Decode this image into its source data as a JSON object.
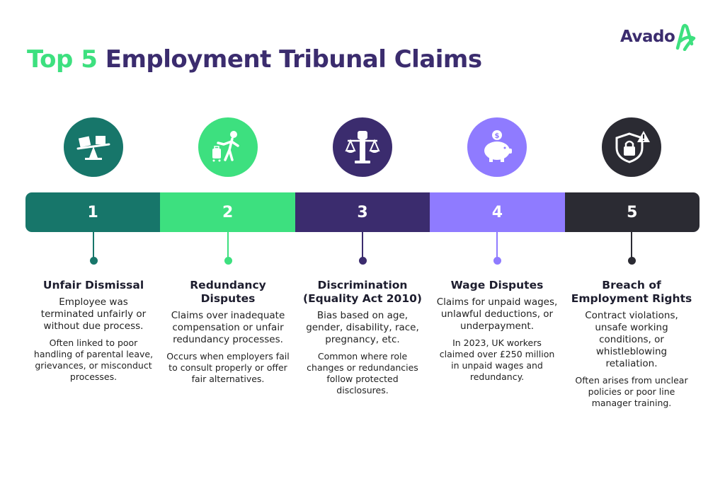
{
  "title": {
    "accent": "Top 5",
    "main": "Employment Tribunal Claims"
  },
  "logo": {
    "text": "Avado"
  },
  "colors": {
    "title_accent": "#3de07f",
    "title_main": "#3b2c6e",
    "step1": "#17766a",
    "step2": "#3de07f",
    "step3": "#3b2c6e",
    "step4": "#8f7bff",
    "step5": "#2b2b33"
  },
  "items": [
    {
      "number": "1",
      "icon": "scale-balance-icon",
      "heading": "Unfair Dismissal",
      "text": "Employee was terminated unfairly or without due process.",
      "note": "Often linked to poor handling of parental leave, grievances, or misconduct processes."
    },
    {
      "number": "2",
      "icon": "person-leaving-icon",
      "heading": "Redundancy Disputes",
      "text": "Claims over inadequate compensation or unfair redundancy processes.",
      "note": "Occurs when employers fail to consult properly or offer fair alternatives."
    },
    {
      "number": "3",
      "icon": "justice-scales-icon",
      "heading": "Discrimination (Equality Act 2010)",
      "text": "Bias based on age, gender, disability, race, pregnancy, etc.",
      "note": "Common where role changes or redundancies follow protected disclosures."
    },
    {
      "number": "4",
      "icon": "piggy-bank-icon",
      "heading": "Wage Disputes",
      "text": "Claims for unpaid wages, unlawful deductions, or underpayment.",
      "note": "In 2023, UK workers claimed over £250 million in unpaid wages and redundancy."
    },
    {
      "number": "5",
      "icon": "shield-lock-warning-icon",
      "heading": "Breach of Employment Rights",
      "text": "Contract violations, unsafe working conditions, or whistleblowing retaliation.",
      "note": "Often arises from unclear policies or poor line manager training."
    }
  ]
}
